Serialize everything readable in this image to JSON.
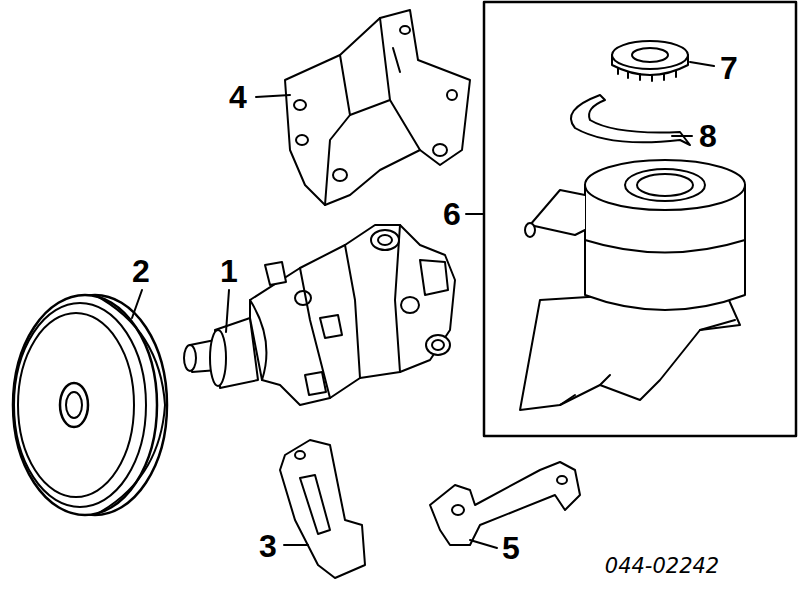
{
  "diagram": {
    "labels": [
      "4",
      "6",
      "7",
      "8",
      "2",
      "1",
      "3",
      "5",
      "044-02242"
    ]
  }
}
